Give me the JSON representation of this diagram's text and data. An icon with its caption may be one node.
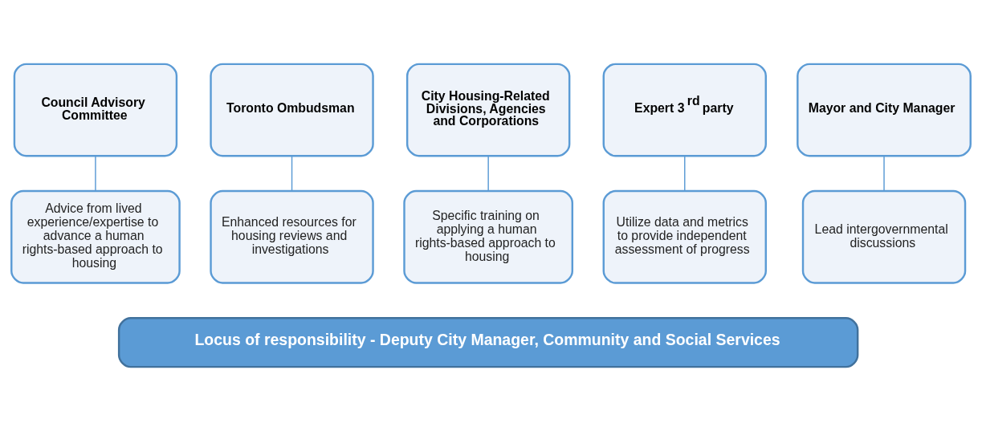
{
  "diagram": {
    "nodes": [
      {
        "text": [
          "Council Advisory Committee"
        ]
      },
      {
        "text": [
          "Toronto Ombudsman"
        ]
      },
      {
        "text": [
          "City Housing-Related Divisions, Agencies and Corporations"
        ]
      },
      {
        "text": [
          "Expert 3$^{rd}$ party"
        ]
      },
      {
        "text": [
          "Mayor and City Manager"
        ]
      },
      {
        "text": [
          "Advice from lived experience/expertise to advance a human rights-based approach to housing"
        ]
      },
      {
        "text": [
          "Enhanced resources for housing reviews and investigations"
        ]
      },
      {
        "text": [
          "Specific training on applying a human rights-based approach to housing"
        ]
      },
      {
        "text": [
          "Utilize data and metrics to provide independent assessment of progress"
        ]
      },
      {
        "text": [
          "Lead intergovernmental discussions"
        ]
      },
      {
        "text": [
          "Locus of responsibility - Deputy City Manager, Community and Social Services"
        ]
      }
    ],
    "edges": [
      {
        "from": 0,
        "to": 5,
        "arrow": "none"
      },
      {
        "from": 1,
        "to": 6,
        "arrow": "none"
      },
      {
        "from": 2,
        "to": 7,
        "arrow": "none"
      },
      {
        "from": 3,
        "to": 8,
        "arrow": "none"
      },
      {
        "from": 4,
        "to": 9,
        "arrow": "none"
      }
    ]
  }
}
